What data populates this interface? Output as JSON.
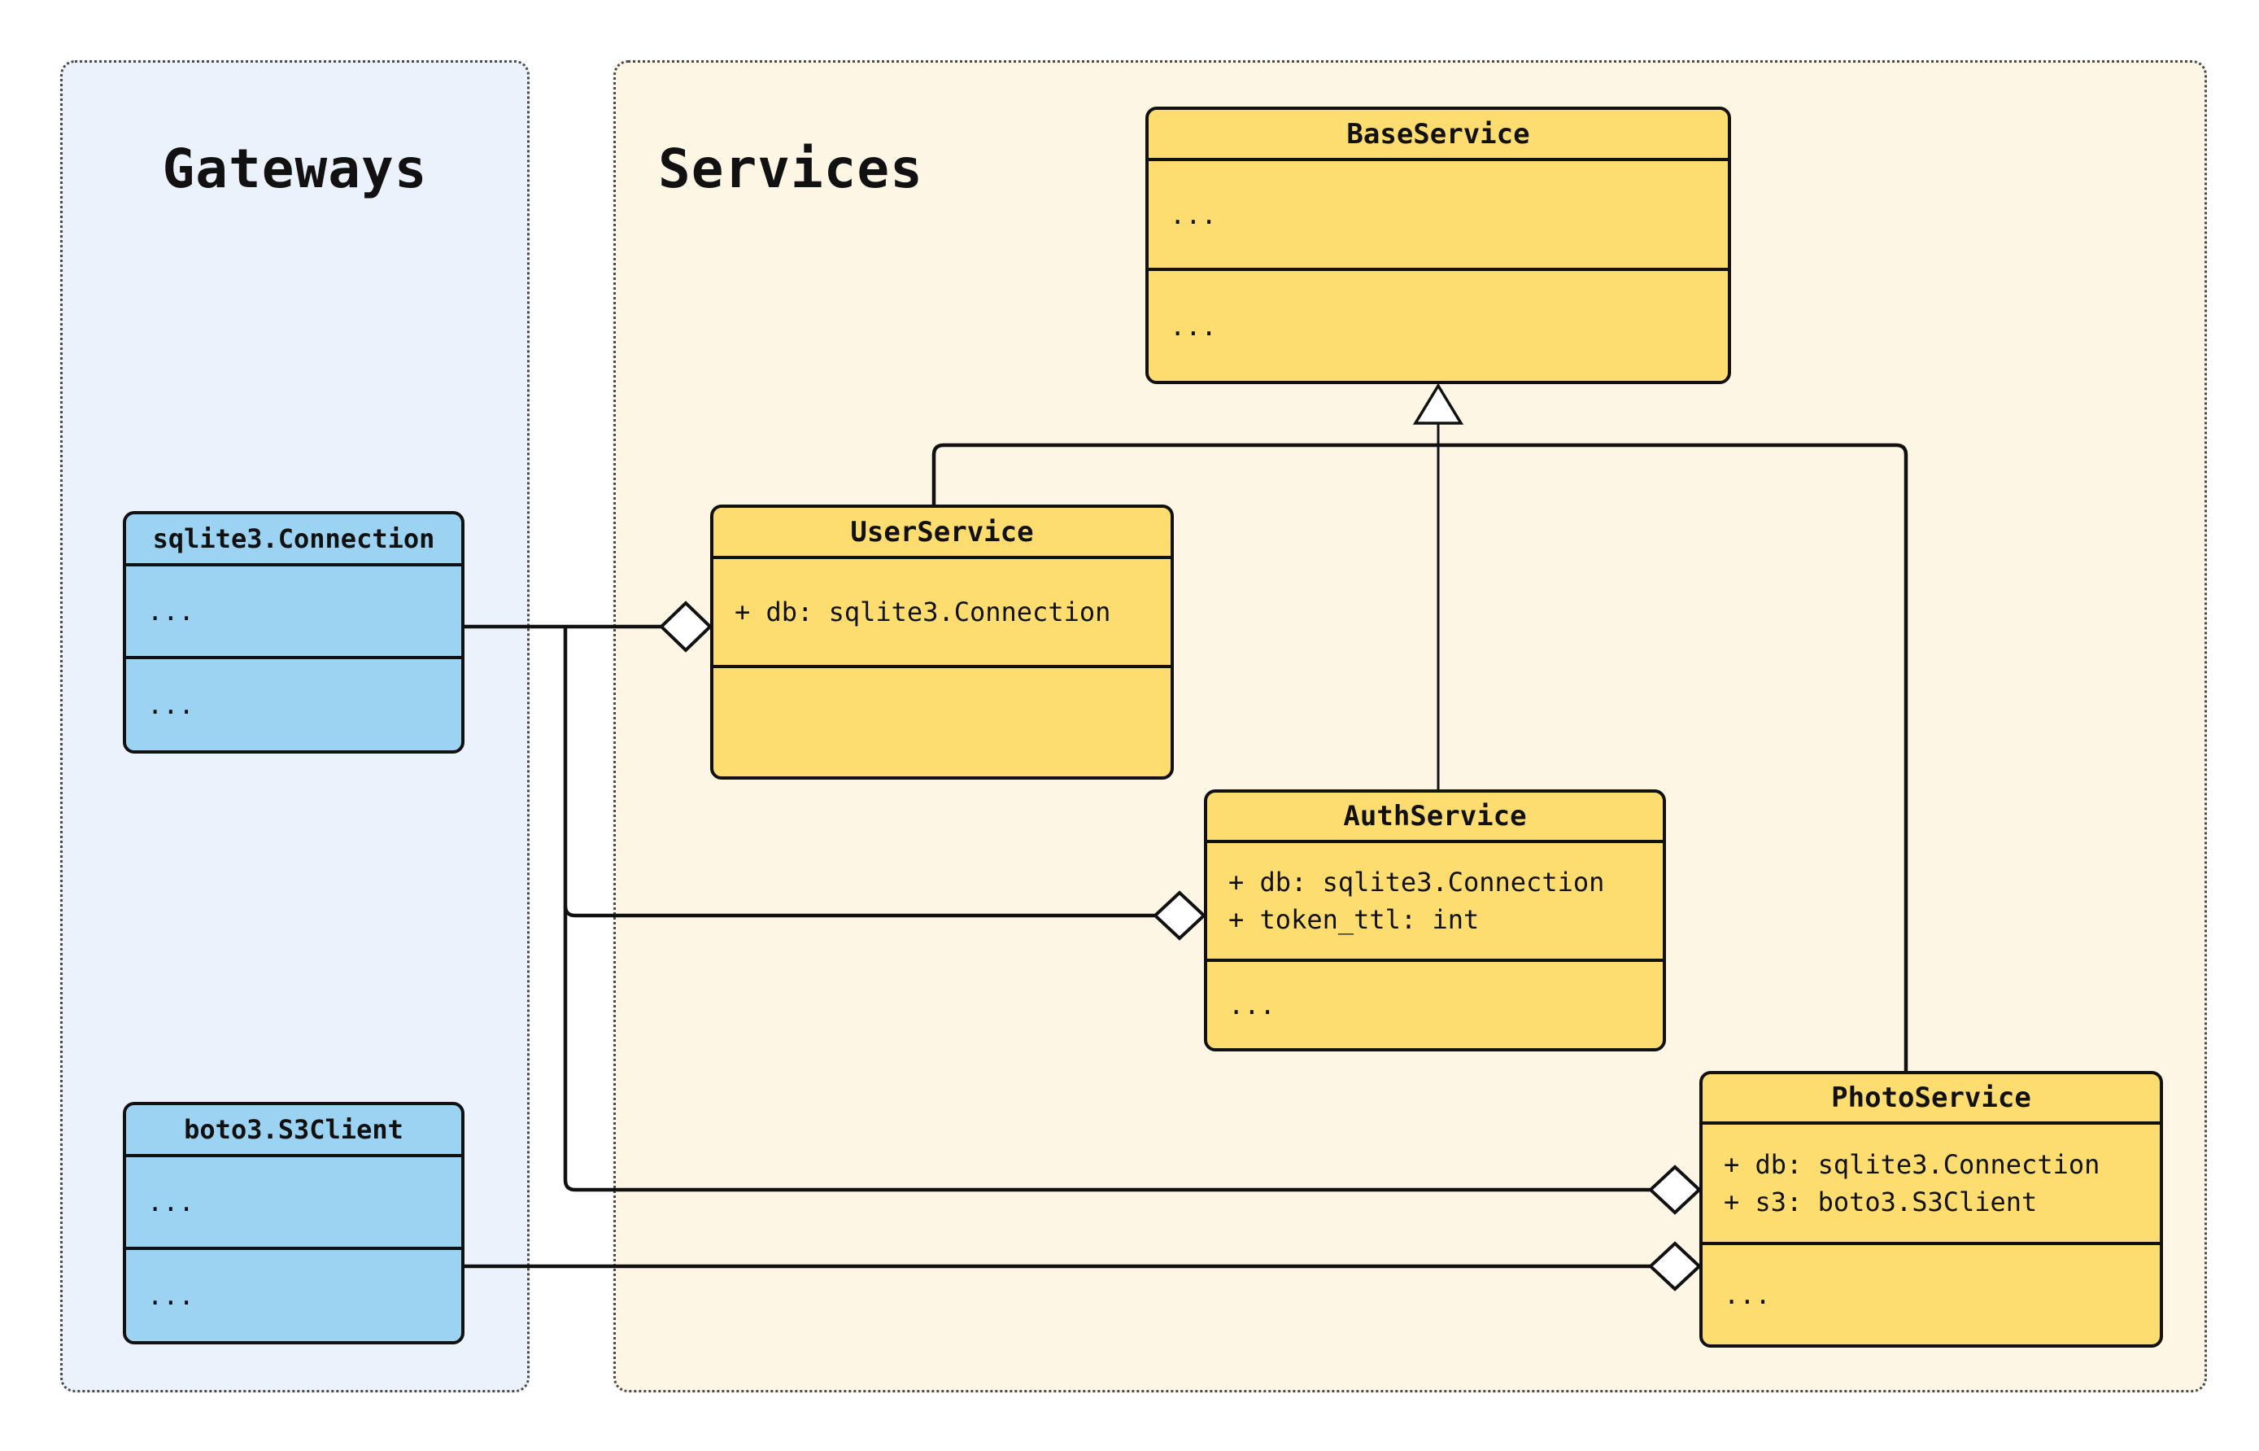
{
  "diagram": {
    "groups": [
      {
        "id": "gateways",
        "label": "Gateways"
      },
      {
        "id": "services",
        "label": "Services"
      }
    ],
    "classes": [
      {
        "id": "sqlite",
        "name": "sqlite3.Connection",
        "attributes": [
          "..."
        ],
        "methods": [
          "..."
        ]
      },
      {
        "id": "boto",
        "name": "boto3.S3Client",
        "attributes": [
          "..."
        ],
        "methods": [
          "..."
        ]
      },
      {
        "id": "base",
        "name": "BaseService",
        "attributes": [
          "..."
        ],
        "methods": [
          "..."
        ]
      },
      {
        "id": "user",
        "name": "UserService",
        "attributes": [
          "+ db: sqlite3.Connection"
        ],
        "methods": []
      },
      {
        "id": "auth",
        "name": "AuthService",
        "attributes": [
          "+ db: sqlite3.Connection",
          "+ token_ttl: int"
        ],
        "methods": [
          "..."
        ]
      },
      {
        "id": "photo",
        "name": "PhotoService",
        "attributes": [
          "+ db: sqlite3.Connection",
          "+ s3: boto3.S3Client"
        ],
        "methods": [
          "..."
        ]
      }
    ],
    "relationships": [
      {
        "type": "inheritance",
        "from": "UserService",
        "to": "BaseService"
      },
      {
        "type": "inheritance",
        "from": "AuthService",
        "to": "BaseService"
      },
      {
        "type": "inheritance",
        "from": "PhotoService",
        "to": "BaseService"
      },
      {
        "type": "aggregation",
        "from": "UserService",
        "to": "sqlite3.Connection"
      },
      {
        "type": "aggregation",
        "from": "AuthService",
        "to": "sqlite3.Connection"
      },
      {
        "type": "aggregation",
        "from": "PhotoService",
        "to": "sqlite3.Connection"
      },
      {
        "type": "aggregation",
        "from": "PhotoService",
        "to": "boto3.S3Client"
      }
    ],
    "colors": {
      "service_fill": "#FDDD70",
      "gateway_fill": "#9CD3F2",
      "services_panel_bg": "#FDF6E5",
      "gateways_panel_bg": "#ECF2FC",
      "line": "#111111",
      "page_bg": "#FFFFFF"
    }
  }
}
